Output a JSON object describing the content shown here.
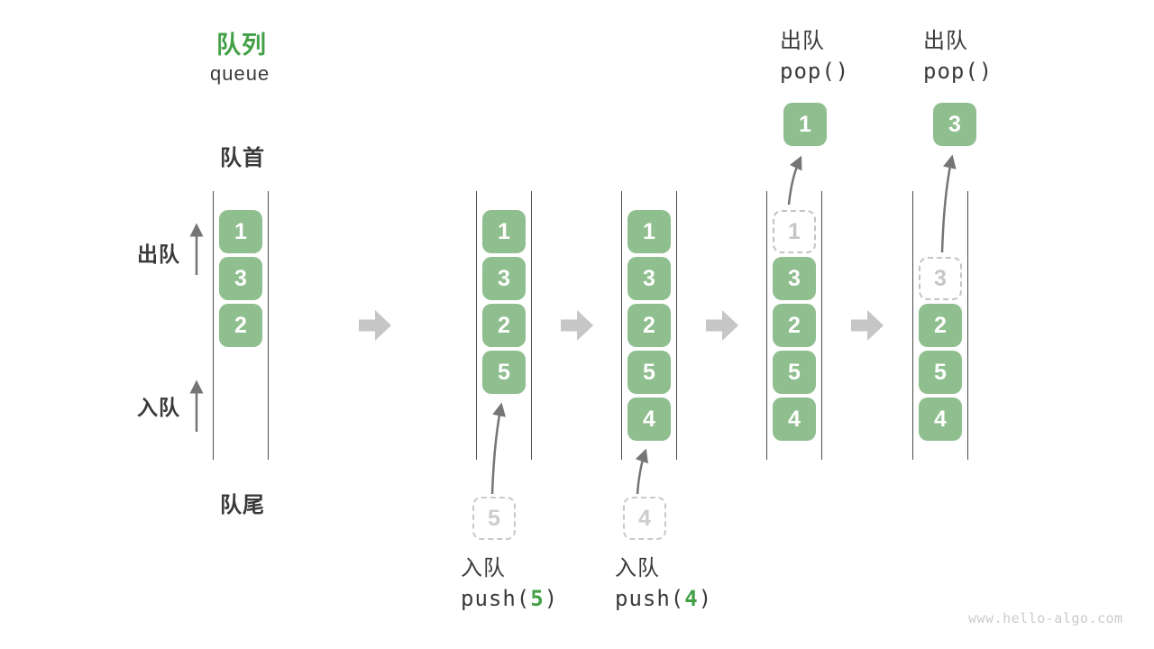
{
  "title": {
    "zh": "队列",
    "en": "queue"
  },
  "labels": {
    "front": "队首",
    "rear": "队尾",
    "dequeue": "出队",
    "enqueue": "入队"
  },
  "watermark": "www.hello-algo.com",
  "colors": {
    "box_green": "#8FBE8F",
    "accent_green": "#43A047",
    "text_dark": "#3B3B3B",
    "thin_arrow": "#757575",
    "block_arrow": "#C6C6C6",
    "ghost_gray": "#C9C9C9"
  },
  "columns": [
    {
      "cells": [
        {
          "slot": 0,
          "value": "1"
        },
        {
          "slot": 1,
          "value": "3"
        },
        {
          "slot": 2,
          "value": "2"
        }
      ]
    },
    {
      "cells": [
        {
          "slot": 0,
          "value": "1"
        },
        {
          "slot": 1,
          "value": "3"
        },
        {
          "slot": 2,
          "value": "2"
        },
        {
          "slot": 3,
          "value": "5"
        }
      ],
      "staged": "5",
      "op": {
        "label": "入队",
        "code_pre": "push(",
        "code_arg": "5",
        "code_post": ")"
      }
    },
    {
      "cells": [
        {
          "slot": 0,
          "value": "1"
        },
        {
          "slot": 1,
          "value": "3"
        },
        {
          "slot": 2,
          "value": "2"
        },
        {
          "slot": 3,
          "value": "5"
        },
        {
          "slot": 4,
          "value": "4"
        }
      ],
      "staged": "4",
      "op": {
        "label": "入队",
        "code_pre": "push(",
        "code_arg": "4",
        "code_post": ")"
      }
    },
    {
      "cells": [
        {
          "slot": 0,
          "value": "1",
          "ghost": true
        },
        {
          "slot": 1,
          "value": "3"
        },
        {
          "slot": 2,
          "value": "2"
        },
        {
          "slot": 3,
          "value": "5"
        },
        {
          "slot": 4,
          "value": "4"
        }
      ],
      "popped": "1",
      "op": {
        "label": "出队",
        "code_pre": "pop()",
        "code_arg": "",
        "code_post": ""
      }
    },
    {
      "cells": [
        {
          "slot": 1,
          "value": "3",
          "ghost": true
        },
        {
          "slot": 2,
          "value": "2"
        },
        {
          "slot": 3,
          "value": "5"
        },
        {
          "slot": 4,
          "value": "4"
        }
      ],
      "popped": "3",
      "op": {
        "label": "出队",
        "code_pre": "pop()",
        "code_arg": "",
        "code_post": ""
      }
    }
  ]
}
